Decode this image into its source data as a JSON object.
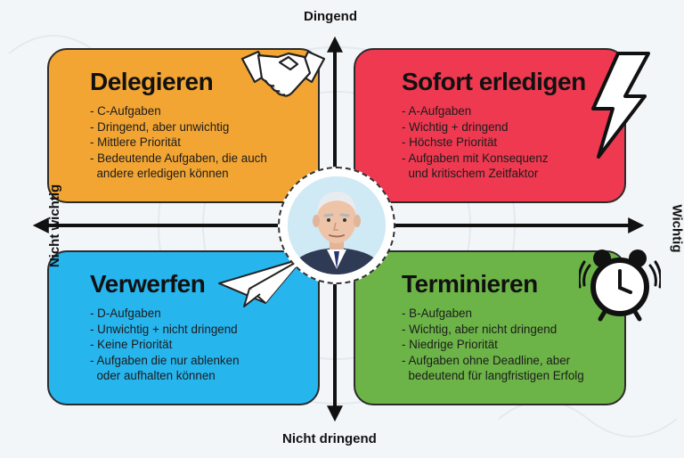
{
  "axes": {
    "top": "Dingend",
    "bottom": "Nicht dringend",
    "left": "Nicht wichtig",
    "right": "Wichtig"
  },
  "colors": {
    "delegate": "#f2a533",
    "do": "#ee3950",
    "drop": "#27b5ee",
    "schedule": "#6cb447"
  },
  "quadrants": {
    "top_left": {
      "title": "Delegieren",
      "items": [
        "- C-Aufgaben",
        "- Dringend, aber unwichtig",
        "- Mittlere Priorität",
        "- Bedeutende Aufgaben, die auch",
        "  andere erledigen können"
      ]
    },
    "top_right": {
      "title": "Sofort erledigen",
      "items": [
        "- A-Aufgaben",
        "- Wichtig + dringend",
        "- Höchste Priorität",
        "- Aufgaben mit Konsequenz",
        "  und kritischem Zeitfaktor"
      ]
    },
    "bottom_left": {
      "title": "Verwerfen",
      "items": [
        "- D-Aufgaben",
        "- Unwichtig + nicht dringend",
        "- Keine Priorität",
        "- Aufgaben die nur ablenken",
        "  oder aufhalten können"
      ]
    },
    "bottom_right": {
      "title": "Terminieren",
      "items": [
        "- B-Aufgaben",
        "- Wichtig, aber nicht dringend",
        "- Niedrige Priorität",
        "- Aufgaben ohne Deadline, aber",
        "  bedeutend für langfristigen Erfolg"
      ]
    }
  },
  "icons": {
    "top_left": "handshake-icon",
    "top_right": "lightning-icon",
    "bottom_left": "paper-plane-icon",
    "bottom_right": "alarm-clock-icon",
    "center": "portrait"
  }
}
